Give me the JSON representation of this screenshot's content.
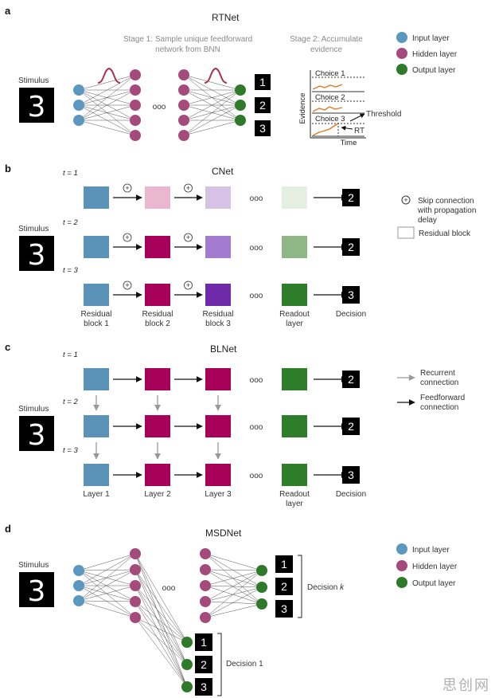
{
  "panels": {
    "a": {
      "letter": "a",
      "title": "RTNet",
      "stage1": [
        "Stage 1: Sample unique feedforward",
        "network from BNN"
      ],
      "stage2": [
        "Stage 2: Accumulate",
        "evidence"
      ],
      "stimulus": "Stimulus",
      "digit": "3",
      "dots": "ooo",
      "outputs": [
        "1",
        "2",
        "3"
      ],
      "choices": [
        "Choice 1",
        "Choice 2",
        "Choice 3"
      ],
      "evidence_axis": "Evidence",
      "time_axis": "Time",
      "threshold": "Threshold",
      "rt": "RT",
      "legend": [
        "Input layer",
        "Hidden layer",
        "Output layer"
      ]
    },
    "b": {
      "letter": "b",
      "title": "CNet",
      "stimulus": "Stimulus",
      "digit": "3",
      "timesteps": [
        "t = 1",
        "t = 2",
        "t = 3"
      ],
      "dots": "ooo",
      "decisions": [
        "2",
        "2",
        "3"
      ],
      "col_labels": [
        [
          "Residual",
          "block 1"
        ],
        [
          "Residual",
          "block 2"
        ],
        [
          "Residual",
          "block 3"
        ],
        [
          "Readout",
          "layer"
        ],
        [
          "Decision"
        ]
      ],
      "legend": [
        [
          "Skip connection",
          "with propagation",
          "delay"
        ],
        [
          "Residual block"
        ]
      ],
      "plus": "+"
    },
    "c": {
      "letter": "c",
      "title": "BLNet",
      "stimulus": "Stimulus",
      "digit": "3",
      "timesteps": [
        "t = 1",
        "t = 2",
        "t = 3"
      ],
      "dots": "ooo",
      "decisions": [
        "2",
        "2",
        "3"
      ],
      "col_labels": [
        [
          "Layer 1"
        ],
        [
          "Layer 2"
        ],
        [
          "Layer 3"
        ],
        [
          "Readout",
          "layer"
        ],
        [
          "Decision"
        ]
      ],
      "legend": [
        [
          "Recurrent",
          "connection"
        ],
        [
          "Feedforward",
          "connection"
        ]
      ]
    },
    "d": {
      "letter": "d",
      "title": "MSDNet",
      "stimulus": "Stimulus",
      "digit": "3",
      "dots": "ooo",
      "outputs_k": [
        "1",
        "2",
        "3"
      ],
      "outputs_1": [
        "1",
        "2",
        "3"
      ],
      "decision_k_prefix": "Decision ",
      "decision_k_var": "k",
      "decision_1": "Decision 1",
      "legend": [
        "Input layer",
        "Hidden layer",
        "Output layer"
      ]
    }
  },
  "colors": {
    "input": "#5b97bf",
    "hidden": "#a44b7c",
    "output": "#2f7a2a",
    "block_blue": "#5b93b8",
    "orange": "#e2791f",
    "curve": "#a8334a",
    "cnet_t1": [
      "#e9b7cf",
      "#d7c2e6",
      "#e4eee1"
    ],
    "cnet_t2": [
      "#a8005a",
      "#a47ccf",
      "#8fb785"
    ],
    "cnet_t3": [
      "#a8005a",
      "#6f2aa9",
      "#2e7d2a"
    ],
    "magenta": "#a8005a",
    "green_block": "#2e7d2a"
  },
  "watermark": "思创网"
}
